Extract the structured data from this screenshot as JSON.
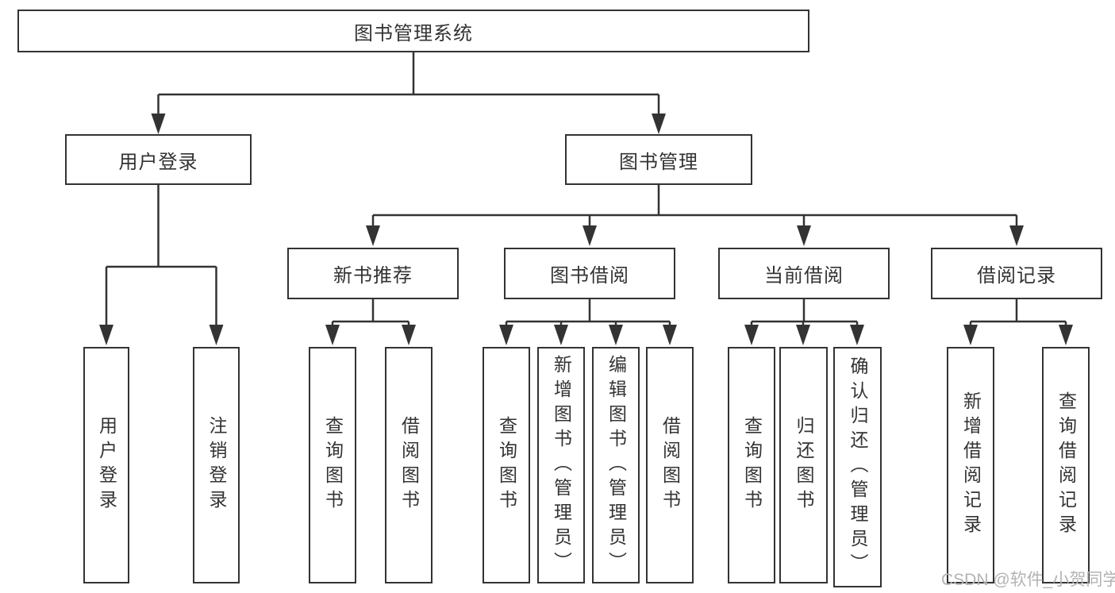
{
  "diagram": {
    "root": {
      "label": "图书管理系统"
    },
    "level2": [
      {
        "label": "用户登录"
      },
      {
        "label": "图书管理"
      }
    ],
    "level3": [
      {
        "label": "新书推荐"
      },
      {
        "label": "图书借阅"
      },
      {
        "label": "当前借阅"
      },
      {
        "label": "借阅记录"
      }
    ],
    "groups": [
      {
        "parent": "用户登录",
        "leaves": [
          "用户登录",
          "注销登录"
        ]
      },
      {
        "parent": "新书推荐",
        "leaves": [
          "查询图书",
          "借阅图书"
        ]
      },
      {
        "parent": "图书借阅",
        "leaves": [
          "查询图书",
          "新增图书（管理员）",
          "编辑图书（管理员）",
          "借阅图书"
        ]
      },
      {
        "parent": "当前借阅",
        "leaves": [
          "查询图书",
          "归还图书",
          "确认归还（管理员）"
        ]
      },
      {
        "parent": "借阅记录",
        "leaves": [
          "新增借阅记录",
          "查询借阅记录"
        ]
      }
    ],
    "colors": {
      "line": "#333333",
      "border": "#333333",
      "text": "#333333",
      "background": "#ffffff",
      "watermark": "#b3b3b6"
    },
    "watermark": "CSDN @软件_小贺同学"
  }
}
